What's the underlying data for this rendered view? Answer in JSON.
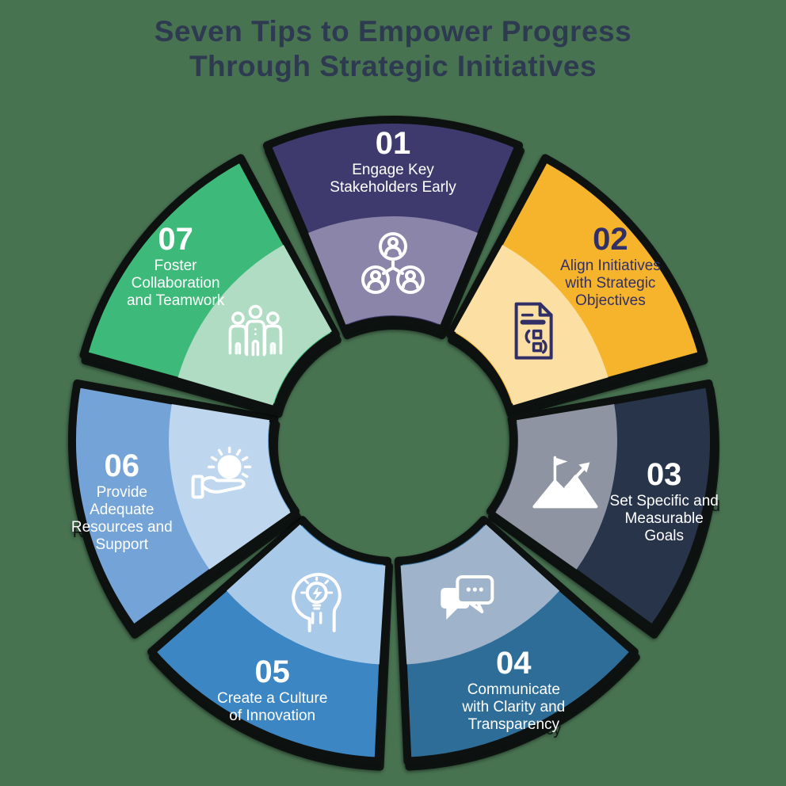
{
  "title": {
    "line1": "Seven Tips to Empower Progress",
    "line2": "Through Strategic Initiatives"
  },
  "colors": {
    "background": "#487351",
    "title": "#2D3A50",
    "outline": "#0D1110"
  },
  "wheel": {
    "segments": [
      {
        "number": "01",
        "lines": [
          "Engage Key",
          "Stakeholders Early"
        ],
        "outer_color": "#3E3A6E",
        "inner_color": "#8B85A9",
        "number_color": "#FFFFFF",
        "text_color": "#FFFFFF",
        "icon": "stakeholders-network-icon",
        "icon_color": "#FFFFFF"
      },
      {
        "number": "02",
        "lines": [
          "Align Initiatives",
          "with Strategic",
          "Objectives"
        ],
        "outer_color": "#F6B42D",
        "inner_color": "#FBDFA3",
        "number_color": "#312F66",
        "text_color": "#312F66",
        "icon": "strategic-document-icon",
        "icon_color": "#312F66"
      },
      {
        "number": "03",
        "lines": [
          "Set Specific and",
          "Measurable",
          "Goals"
        ],
        "outer_color": "#28344A",
        "inner_color": "#8E94A1",
        "number_color": "#FFFFFF",
        "text_color": "#FFFFFF",
        "icon": "goal-mountain-icon",
        "icon_color": "#FFFFFF"
      },
      {
        "number": "04",
        "lines": [
          "Communicate",
          "with Clarity and",
          "Transparency"
        ],
        "outer_color": "#2E6D98",
        "inner_color": "#9FB3CB",
        "number_color": "#FFFFFF",
        "text_color": "#FFFFFF",
        "icon": "chat-bubbles-icon",
        "icon_color": "#FFFFFF"
      },
      {
        "number": "05",
        "lines": [
          "Create a Culture",
          "of Innovation"
        ],
        "outer_color": "#3B86C3",
        "inner_color": "#A9C9E9",
        "number_color": "#FFFFFF",
        "text_color": "#FFFFFF",
        "icon": "innovation-head-icon",
        "icon_color": "#FFFFFF"
      },
      {
        "number": "06",
        "lines": [
          "Provide",
          "Adequate",
          "Resources and",
          "Support"
        ],
        "outer_color": "#74A4D7",
        "inner_color": "#BED6EE",
        "number_color": "#FFFFFF",
        "text_color": "#FFFFFF",
        "icon": "hand-support-icon",
        "icon_color": "#FFFFFF"
      },
      {
        "number": "07",
        "lines": [
          "Foster",
          "Collaboration",
          "and Teamwork"
        ],
        "outer_color": "#3DB97A",
        "inner_color": "#AFDCC2",
        "number_color": "#FFFFFF",
        "text_color": "#FFFFFF",
        "icon": "team-icon",
        "icon_color": "#FFFFFF"
      }
    ]
  }
}
